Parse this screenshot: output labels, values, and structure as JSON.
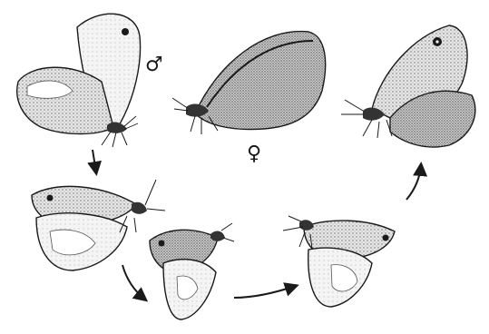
{
  "symbols": {
    "male": "♂",
    "female": "♀"
  },
  "colors": {
    "ink": "#1a1a1a",
    "paper": "#ffffff",
    "wing_light": "#f4f4f4",
    "wing_mid": "#cfcfcf",
    "wing_dark": "#9a9a9a"
  },
  "figures": [
    {
      "id": "male-butterfly",
      "caption_symbol": "male"
    },
    {
      "id": "female-butterfly",
      "caption_symbol": "female"
    },
    {
      "id": "courtship-step-1"
    },
    {
      "id": "courtship-step-2"
    },
    {
      "id": "courtship-step-3"
    },
    {
      "id": "courtship-step-4"
    }
  ]
}
